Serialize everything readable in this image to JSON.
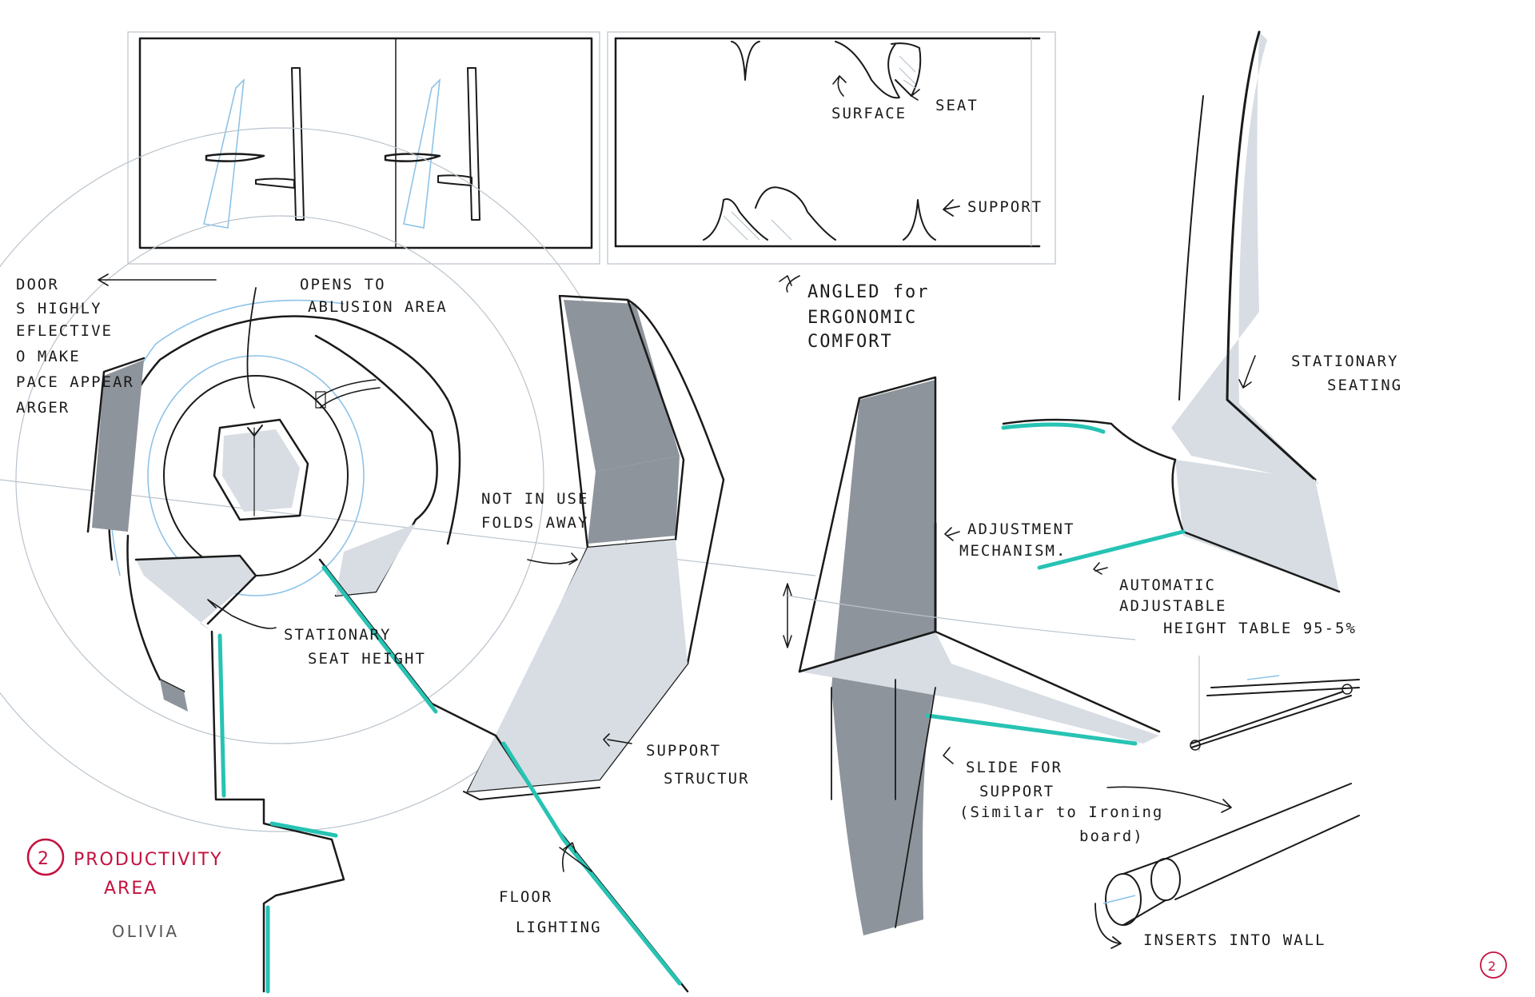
{
  "colors": {
    "ink": "#1a1a1a",
    "marker_grey": "#8e949b",
    "light_grey": "#d7dde3",
    "floor_light_teal": "#27c3b3",
    "pencil_blue": "#8ec3e8",
    "title_red": "#c3123f"
  },
  "annotations": {
    "door_line1": "DOOR",
    "door_line2": "S HIGHLY",
    "door_line3": "EFLECTIVE",
    "door_line4": "O MAKE",
    "door_line5": "PACE APPEAR",
    "door_line6": "ARGER",
    "opens_line1": "OPENS TO",
    "opens_line2": "ABLUSION AREA",
    "surface": "SURFACE",
    "seat": "SEAT",
    "support": "SUPPORT",
    "angled_line1": "ANGLED for",
    "angled_line2": "ERGONOMIC",
    "angled_line3": "COMFORT",
    "stationary_seating_line1": "STATIONARY",
    "stationary_seating_line2": "SEATING",
    "not_in_use_line1": "NOT IN USE",
    "not_in_use_line2": "FOLDS AWAY",
    "adjustment_line1": "ADJUSTMENT",
    "adjustment_line2": "MECHANISM.",
    "automatic_line1": "AUTOMATIC",
    "automatic_line2": "ADJUSTABLE",
    "automatic_line3": "HEIGHT TABLE 95-5%",
    "stationary_seat_line1": "STATIONARY",
    "stationary_seat_line2": "SEAT HEIGHT",
    "support_structure_line1": "SUPPORT",
    "support_structure_line2": "STRUCTUR",
    "slide_line1": "SLIDE FOR",
    "slide_line2": "SUPPORT",
    "slide_line3": "(Similar to Ironing",
    "slide_line4": "board)",
    "floor_line1": "FLOOR",
    "floor_line2": "LIGHTING",
    "inserts": "INSERTS INTO WALL"
  },
  "title": {
    "number": "2",
    "line1": "PRODUCTIVITY",
    "line2": "AREA"
  },
  "signature": "OLIVIA",
  "page_number": "2"
}
